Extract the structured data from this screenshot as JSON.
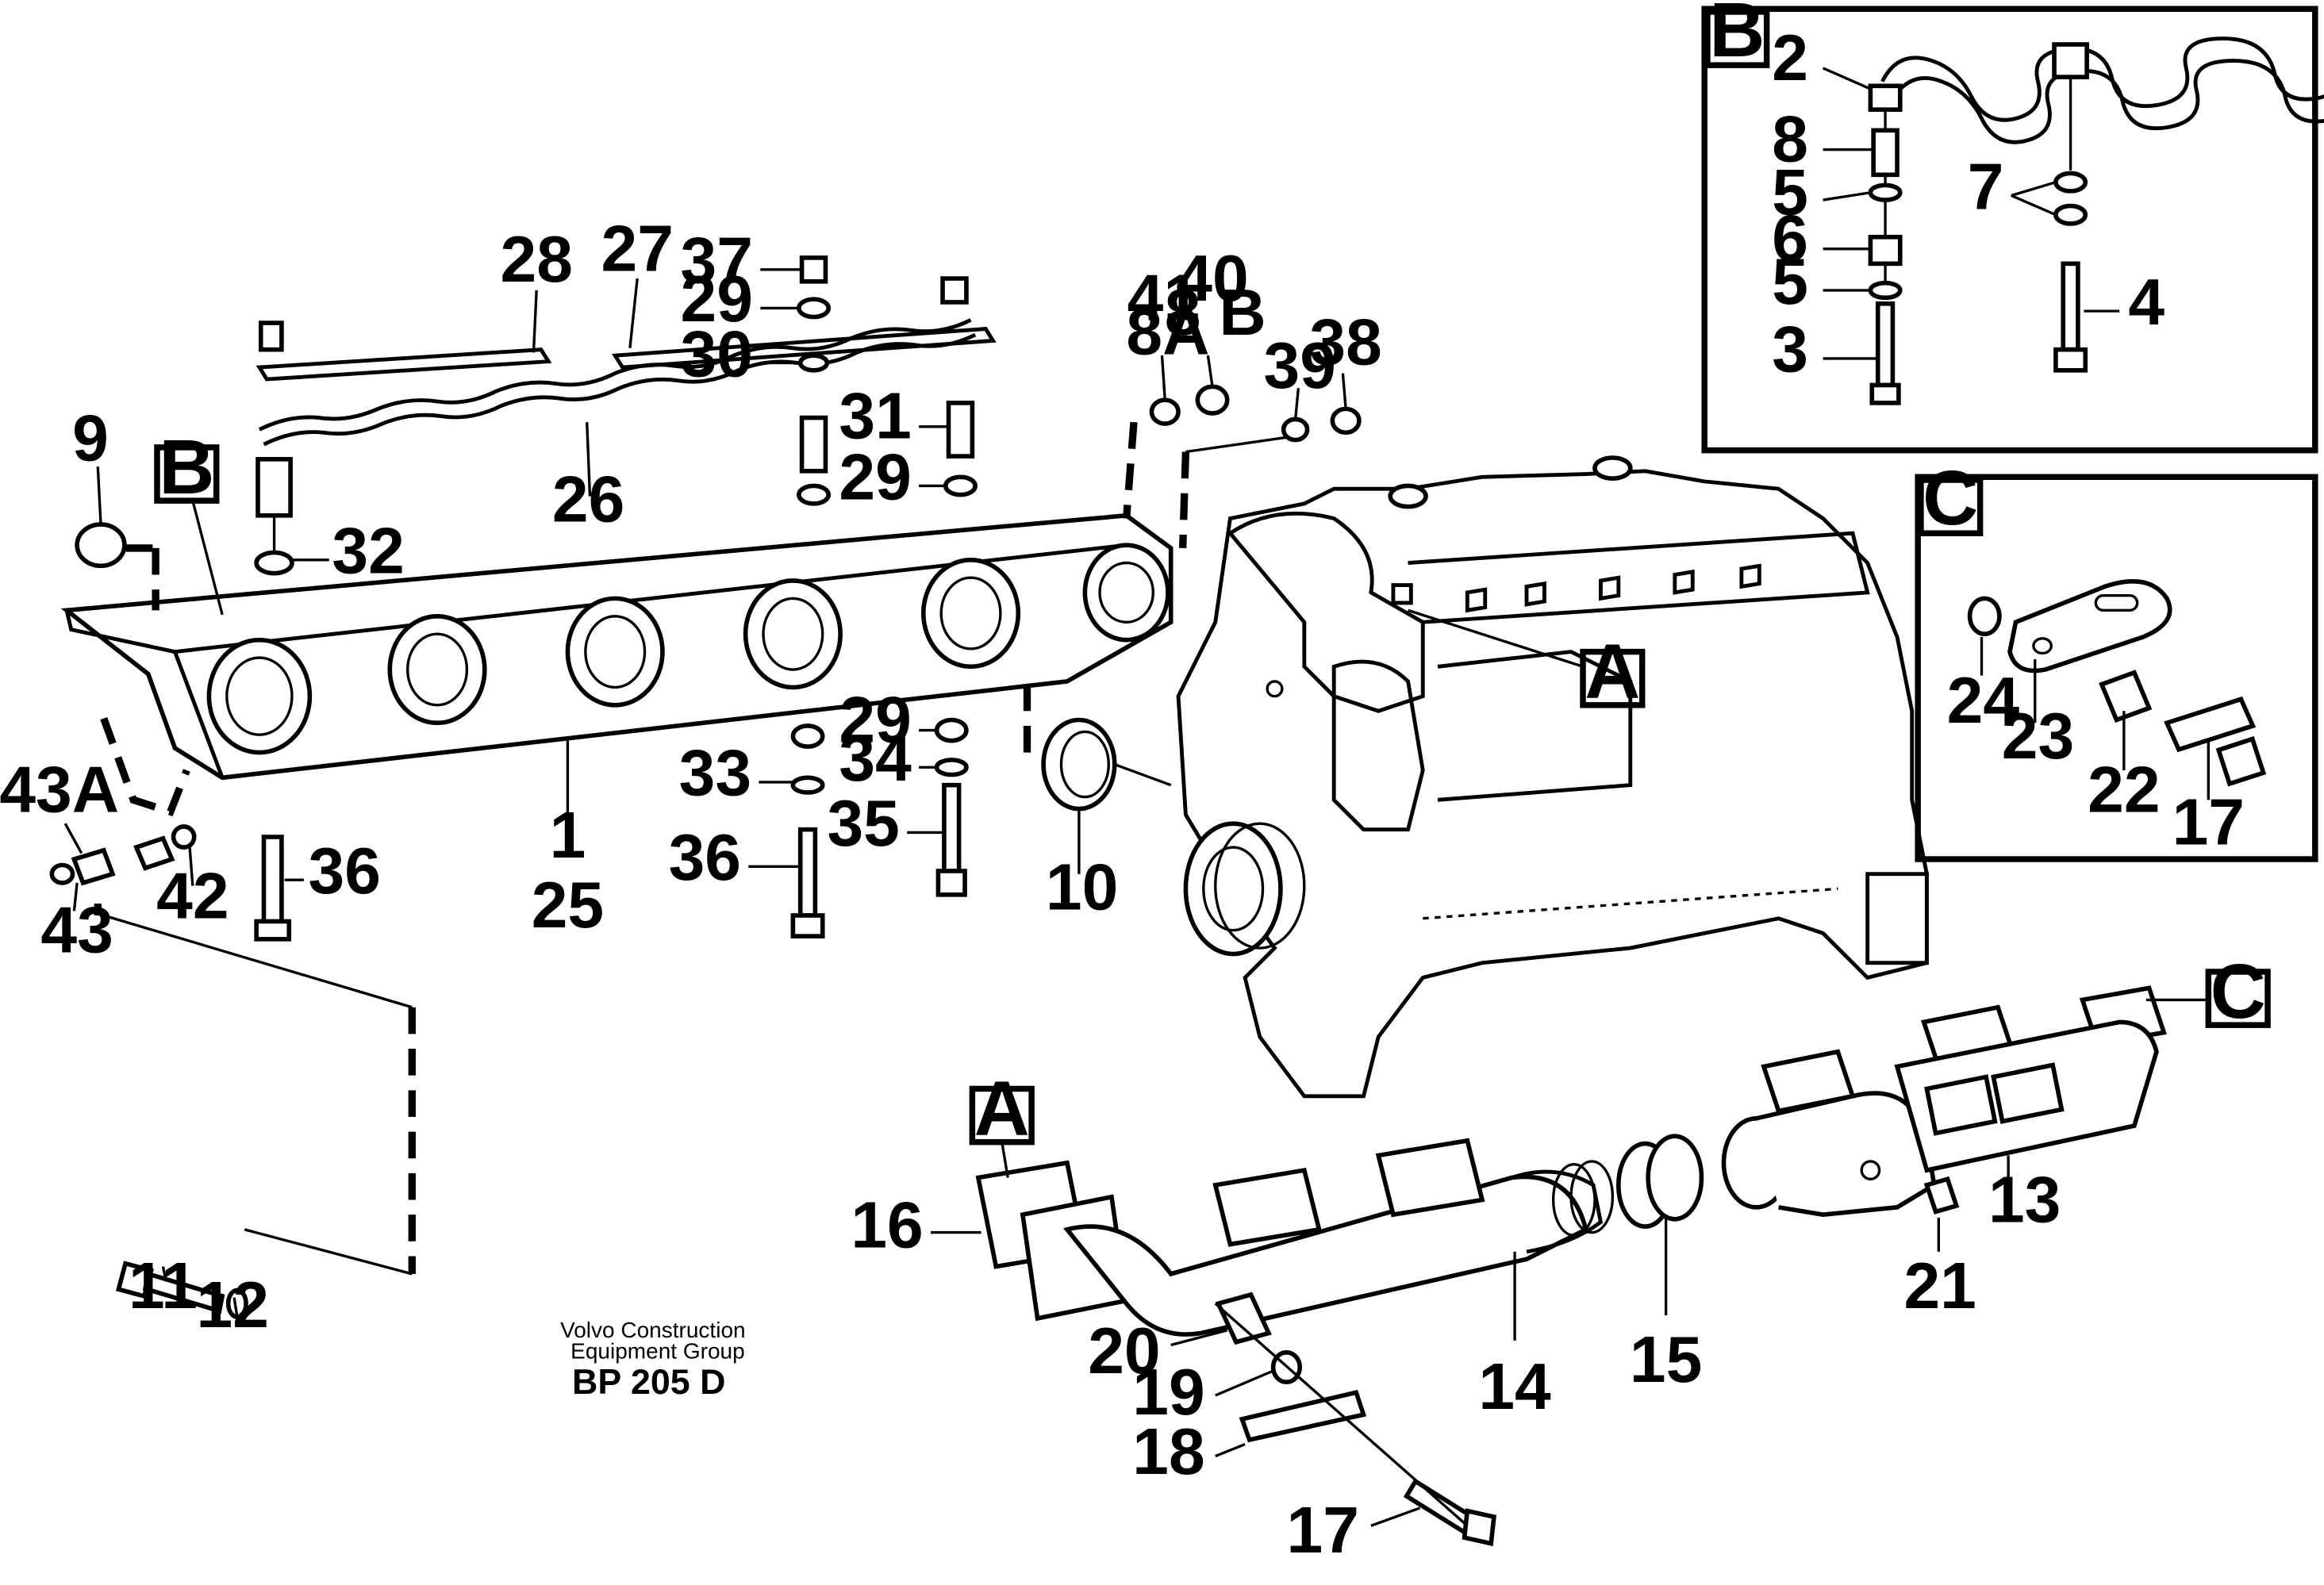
{
  "callouts": {
    "c1": "1",
    "c2": "2",
    "c3": "3",
    "c4": "4",
    "c5a": "5",
    "c5b": "5",
    "c6": "6",
    "c7": "7",
    "c8": "8",
    "c8a": "8A",
    "c8b": "8 B",
    "c9": "9",
    "c10": "10",
    "c11": "11",
    "c12": "12",
    "c13": "13",
    "c14": "14",
    "c15": "15",
    "c16": "16",
    "c17a": "17",
    "c17b": "17",
    "c18": "18",
    "c19": "19",
    "c20": "20",
    "c21": "21",
    "c22": "22",
    "c23": "23",
    "c24": "24",
    "c25": "25",
    "c26": "26",
    "c27": "27",
    "c28": "28",
    "c29a": "29",
    "c29b": "29",
    "c29c": "29",
    "c30": "30",
    "c31": "31",
    "c32": "32",
    "c33": "33",
    "c34": "34",
    "c35": "35",
    "c36a": "36",
    "c36b": "36",
    "c37": "37",
    "c38": "38",
    "c39": "39",
    "c40": "40",
    "c41": "41",
    "c42": "42",
    "c43": "43",
    "c43a": "43A"
  },
  "ref_boxes": {
    "a_main": "A",
    "a_detail": "A",
    "b_main": "B",
    "b_detail": "B",
    "c_main": "C",
    "c_detail": "C"
  },
  "footer": {
    "company_line1": "Volvo Construction",
    "company_line2": "Equipment Group",
    "drawing_number": "BP 205 D"
  }
}
